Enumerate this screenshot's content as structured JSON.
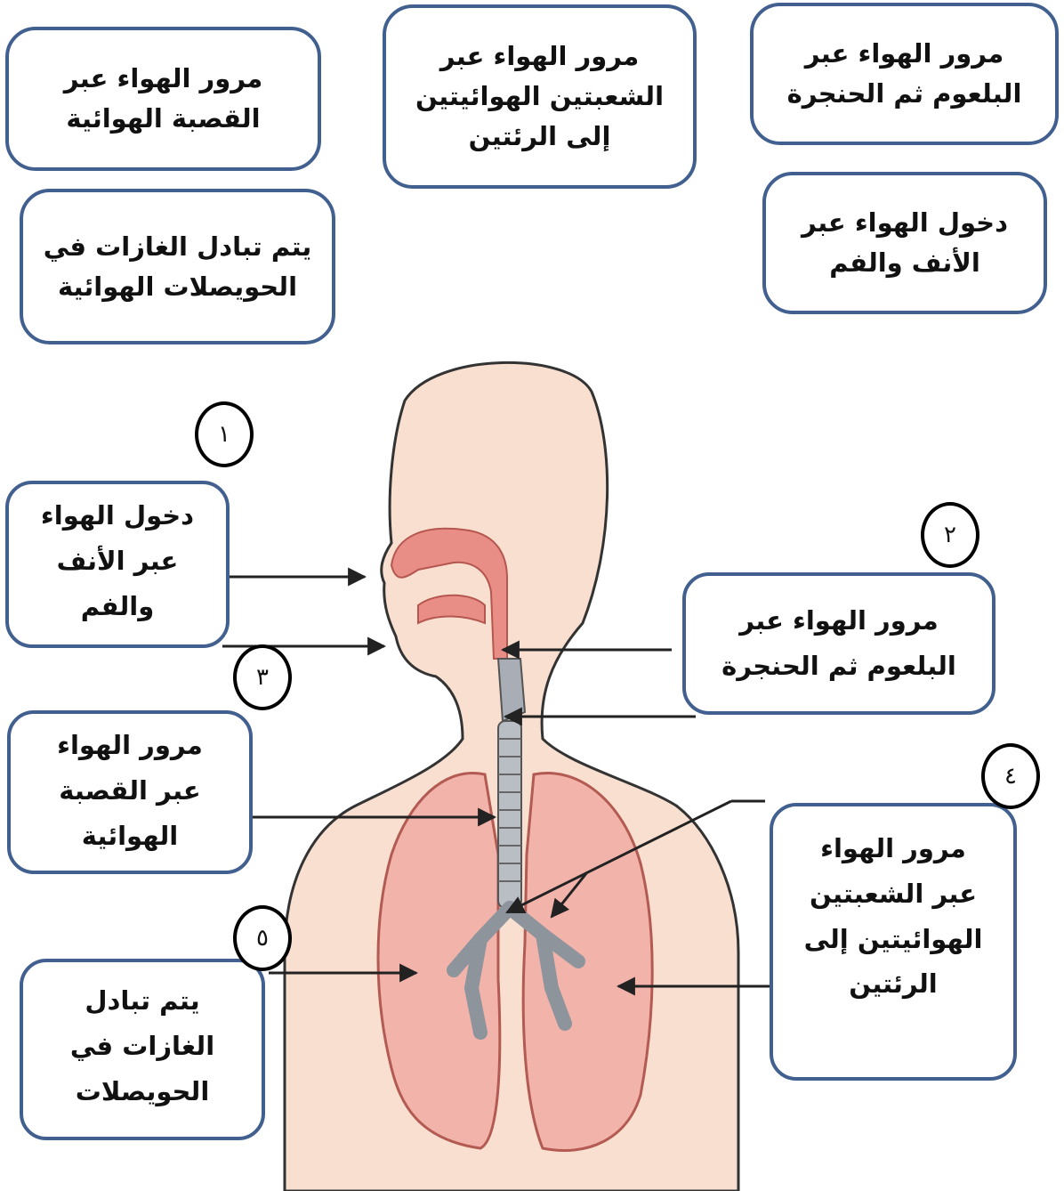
{
  "top_cards": [
    {
      "id": "trachea",
      "lines": [
        "مرور الهواء عبر",
        "القصبة الهوائية"
      ]
    },
    {
      "id": "bronchi",
      "lines": [
        "مرور الهواء عبر",
        "الشعبتين الهوائيتين",
        "إلى الرئتين"
      ]
    },
    {
      "id": "pharynx",
      "lines": [
        "مرور الهواء عبر",
        "البلعوم ثم الحنجرة"
      ]
    },
    {
      "id": "alveoli",
      "lines": [
        "يتم تبادل الغازات في",
        "الحويصلات الهوائية"
      ]
    },
    {
      "id": "nose",
      "lines": [
        "دخول الهواء عبر",
        "الأنف والفم"
      ]
    }
  ],
  "labels": [
    {
      "number": "١",
      "lines": [
        "دخول الهواء",
        "عبر الأنف",
        "والفم"
      ]
    },
    {
      "number": "٢",
      "lines": [
        "مرور الهواء عبر",
        "البلعوم ثم الحنجرة"
      ]
    },
    {
      "number": "٣",
      "lines": [
        "مرور الهواء",
        "عبر القصبة",
        "الهوائية"
      ]
    },
    {
      "number": "٤",
      "lines": [
        "مرور الهواء",
        "عبر الشعبتين",
        "الهوائيتين إلى",
        "الرئتين"
      ]
    },
    {
      "number": "٥",
      "lines": [
        "يتم تبادل",
        "الغازات في",
        "الحويصلات"
      ]
    }
  ],
  "colors": {
    "card_border": "#41608f",
    "skin": "#f7d9c8",
    "organ": "#e88e87",
    "lung": "#f1b3aa",
    "airway": "#a9aeb6"
  }
}
